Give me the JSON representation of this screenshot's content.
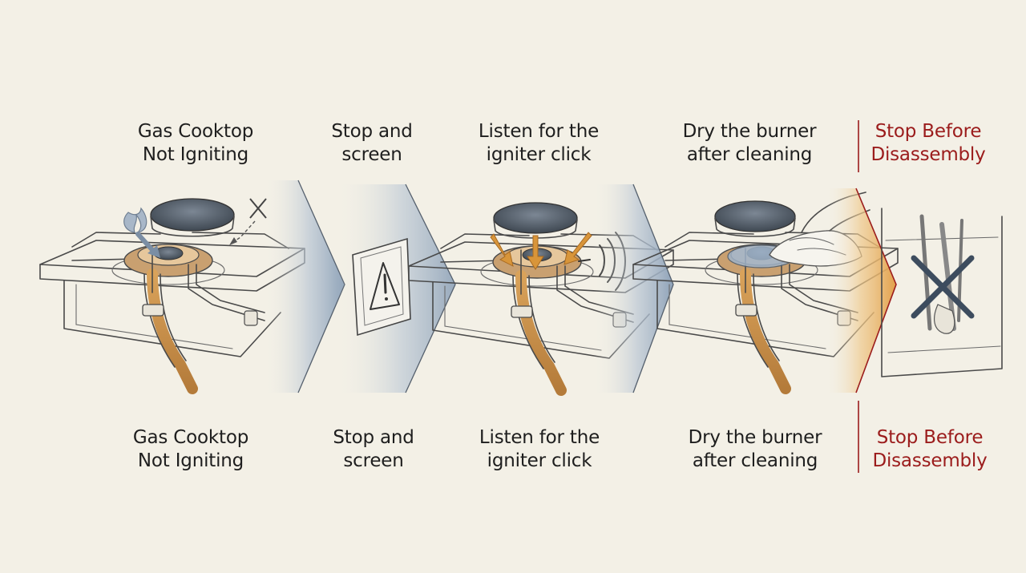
{
  "panels": [
    {
      "id": "p1",
      "title": "Gas Cooktop Not Igniting",
      "caption": "Gas Cooktop Not Igniting",
      "title_line1": "Gas Cooktop",
      "title_line2": "Not Igniting",
      "caption_line1": "Gas Cooktop",
      "caption_line2": "Not Igniting"
    },
    {
      "id": "p2",
      "title_line1": "Stop and",
      "title_line2": "screen",
      "caption_line1": "Stop and",
      "caption_line2": "screen"
    },
    {
      "id": "p3",
      "title_line1": "Listen for the",
      "title_line2": "igniter click",
      "caption_line1": "Listen for the",
      "caption_line2": "igniter click"
    },
    {
      "id": "p4",
      "title_line1": "Dry the burner",
      "title_line2": "after cleaning",
      "caption_line1": "Dry the burner",
      "caption_line2": "after cleaning"
    },
    {
      "id": "p5",
      "title_line1": "Stop Before",
      "title_line2": "Disassembly",
      "caption_line1": "Stop Before",
      "caption_line2": "Disassembly"
    }
  ],
  "colors": {
    "background": "#f3f0e6",
    "warning": "#9b1c1c",
    "accent_orange": "#d8953a",
    "arrow_blue": "#9fb0c4",
    "ink": "#4a4a4a"
  }
}
